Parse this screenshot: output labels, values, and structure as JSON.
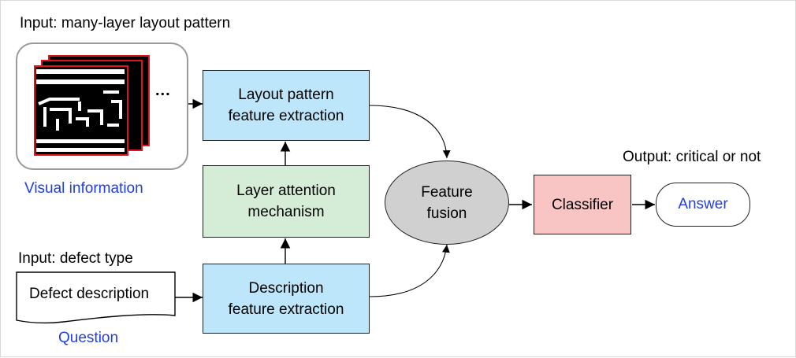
{
  "labels": {
    "input_layout": "Input: many-layer layout pattern",
    "visual_info": "Visual information",
    "input_defect": "Input: defect type",
    "question": "Question",
    "output": "Output: critical or not",
    "ellipsis": "..."
  },
  "nodes": {
    "layout_feature": [
      "Layout pattern",
      "feature extraction"
    ],
    "attention": [
      "Layer attention",
      "mechanism"
    ],
    "description_feature": [
      "Description",
      "feature extraction"
    ],
    "fusion": [
      "Feature",
      "fusion"
    ],
    "classifier": "Classifier",
    "answer": "Answer",
    "defect_description": "Defect description"
  },
  "colors": {
    "feature_box": "#bde6fa",
    "attention_box": "#d5ecd6",
    "classifier_box": "#f8c4c4",
    "fusion_ellipse": "#d0d0d0",
    "link_text": "#1f3ee8",
    "layer_border": "#e0141e"
  },
  "icons": {
    "layout_stack": "layout-pattern-layers-icon"
  }
}
